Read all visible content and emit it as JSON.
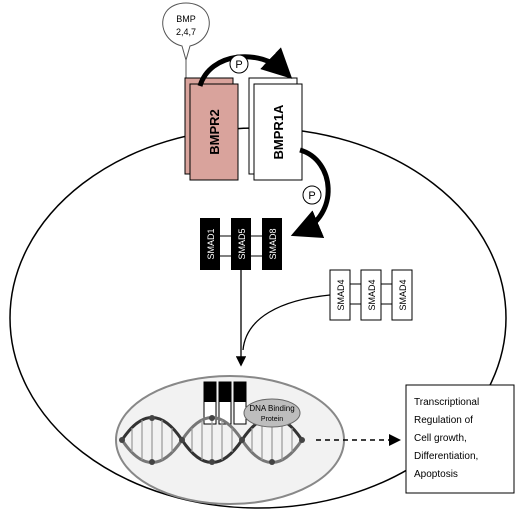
{
  "ligand": {
    "line1": "BMP",
    "line2": "2,4,7"
  },
  "receptors": {
    "type2": "BMPR2",
    "type1": "BMPR1A"
  },
  "phospho_label": "P",
  "smads": {
    "r_smads": [
      "SMAD1",
      "SMAD5",
      "SMAD8"
    ],
    "co_smads": [
      "SMAD4",
      "SMAD4",
      "SMAD4"
    ]
  },
  "dna_binding_protein": {
    "line1": "DNA Binding",
    "line2": "Protein"
  },
  "outcome": {
    "lines": [
      "Transcriptional",
      "Regulation of",
      "Cell growth,",
      "Differentiation,",
      "Apoptosis"
    ]
  },
  "colors": {
    "bmpr2_fill": "#d9a39c",
    "line": "#000000",
    "nucleus_bg": "#f2f2f2",
    "dna_protein": "#bdbdbd"
  }
}
